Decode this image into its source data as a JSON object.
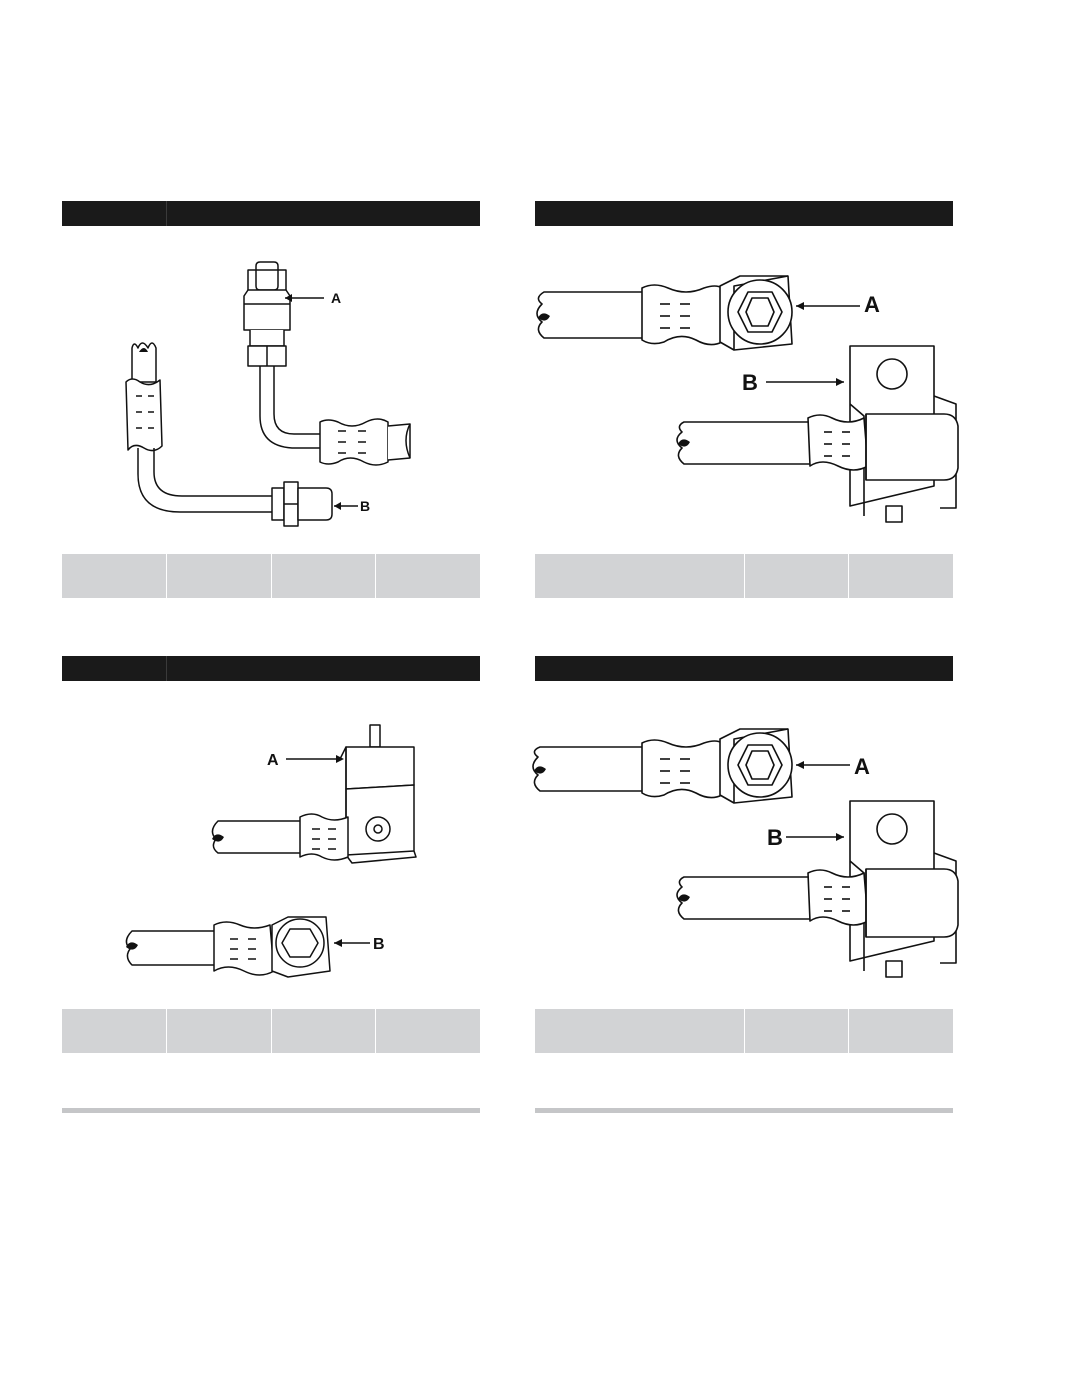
{
  "panels": [
    {
      "callouts": {
        "a": "A",
        "b": "B"
      }
    },
    {
      "callouts": {
        "a": "A",
        "b": "B"
      }
    },
    {
      "callouts": {
        "a": "A",
        "b": "B"
      }
    },
    {
      "callouts": {
        "a": "A",
        "b": "B"
      }
    }
  ],
  "colors": {
    "header": "#1a1a1a",
    "table": "#d2d3d5",
    "rule": "#c5c6c8"
  },
  "icons": [
    "brake-hose-flare-illustration",
    "brake-hose-banjo-illustration",
    "brake-hose-bracket-illustration",
    "brake-hose-banjo-bracket-illustration"
  ]
}
